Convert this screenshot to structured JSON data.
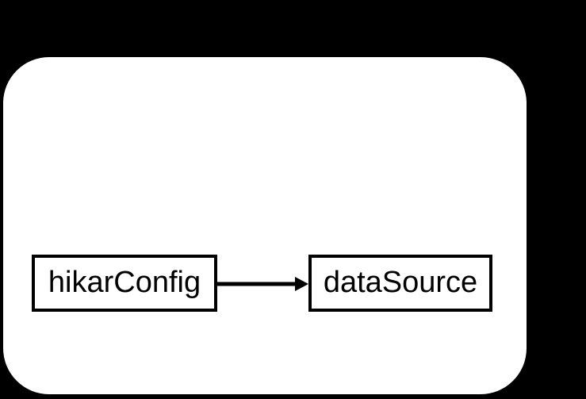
{
  "diagram": {
    "colors": {
      "background": "#000000",
      "card_fill": "#ffffff",
      "node_fill": "#ffffff",
      "node_border": "#000000",
      "edge": "#000000",
      "text": "#000000"
    },
    "nodes": [
      {
        "id": "hikarConfig",
        "label": "hikarConfig"
      },
      {
        "id": "dataSource",
        "label": "dataSource"
      }
    ],
    "edges": [
      {
        "from": "hikarConfig",
        "to": "dataSource",
        "style": "solid-arrow",
        "direction": "right"
      }
    ]
  }
}
